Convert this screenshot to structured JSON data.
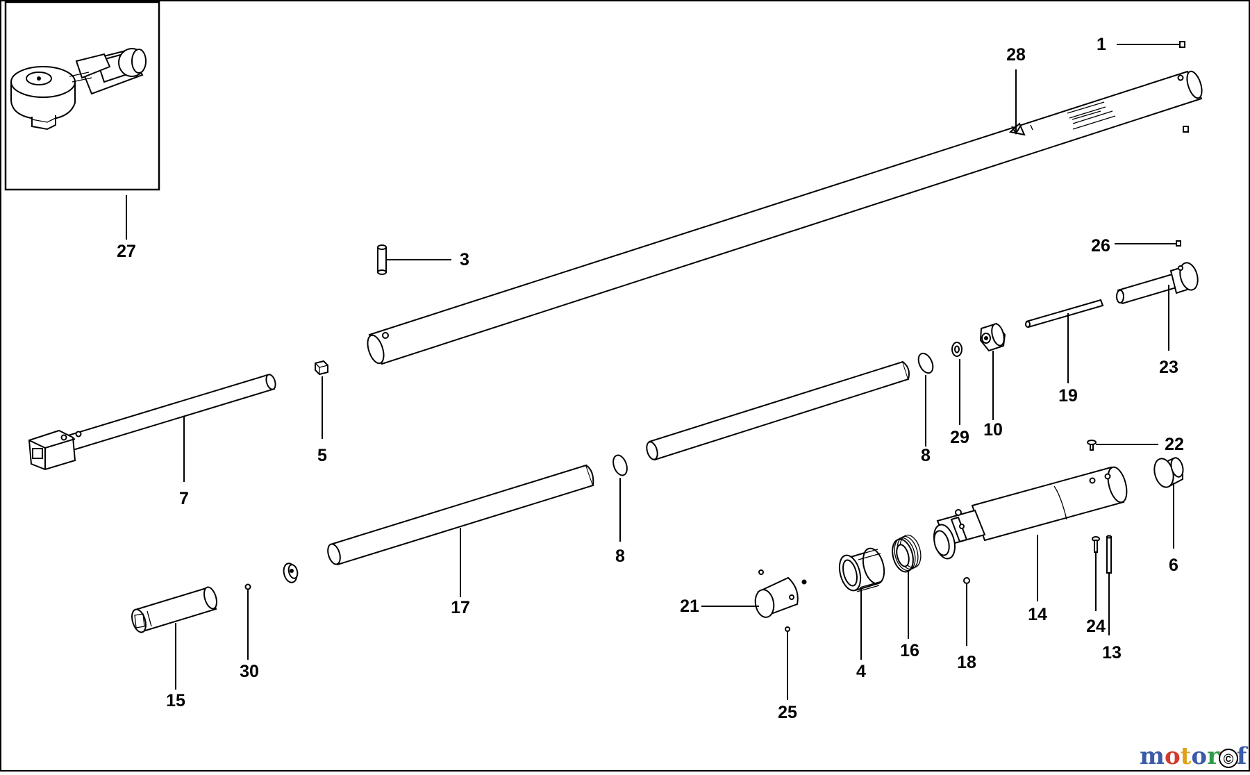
{
  "diagram": {
    "callouts": {
      "c1": "1",
      "c3": "3",
      "c4": "4",
      "c5": "5",
      "c6": "6",
      "c7": "7",
      "c8a": "8",
      "c8b": "8",
      "c10": "10",
      "c13": "13",
      "c14": "14",
      "c15": "15",
      "c16": "16",
      "c17": "17",
      "c18": "18",
      "c19": "19",
      "c21": "21",
      "c22": "22",
      "c23": "23",
      "c24": "24",
      "c25": "25",
      "c26": "26",
      "c27": "27",
      "c28": "28",
      "c29": "29",
      "c30": "30"
    },
    "watermark": {
      "letters": [
        "m",
        "o",
        "t",
        "o",
        "r",
        "u",
        "f"
      ],
      "colors": [
        "#3b5aa8",
        "#d23b2e",
        "#e0a21a",
        "#3b5aa8",
        "#2e9a4a",
        "#d23b2e",
        "#3b5aa8"
      ],
      "copyright": "©"
    }
  }
}
